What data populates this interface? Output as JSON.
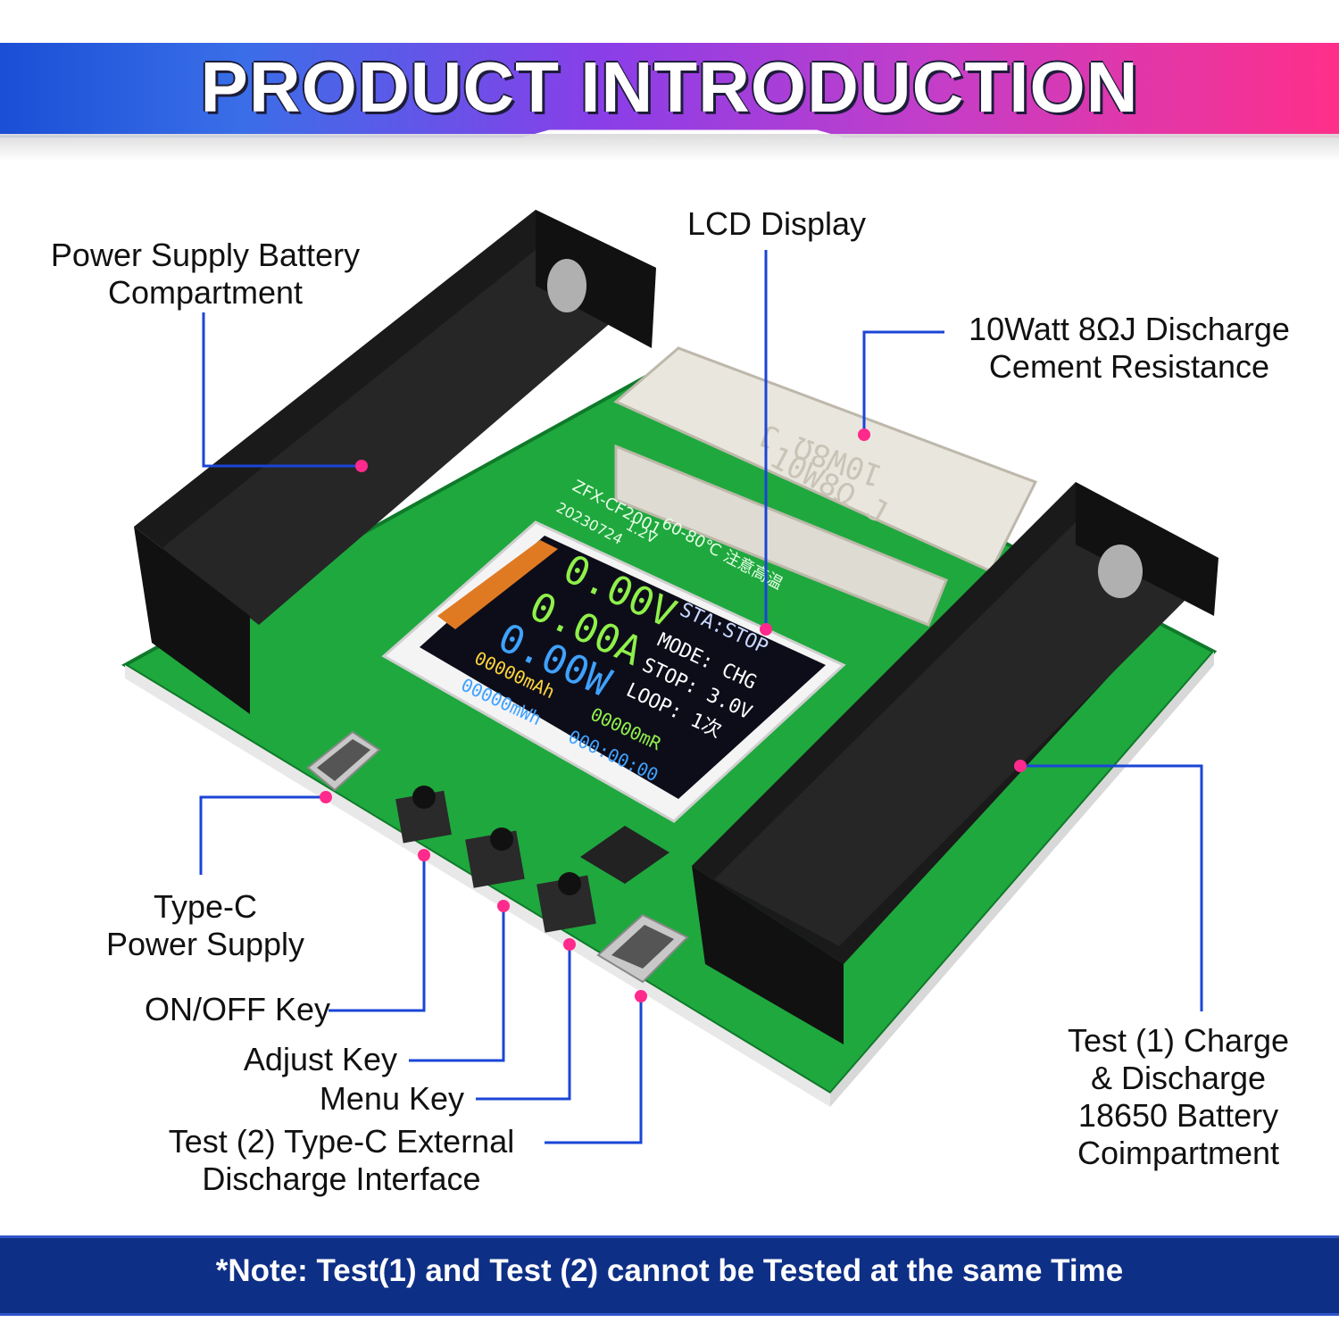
{
  "header": {
    "title": "PRODUCT INTRODUCTION"
  },
  "labels": {
    "power_supply_battery": [
      "Power Supply Battery",
      "Compartment"
    ],
    "lcd_display": "LCD Display",
    "resistance": [
      "10Watt 8ΩJ Discharge",
      "Cement Resistance"
    ],
    "type_c_power": [
      "Type-C",
      "Power Supply"
    ],
    "on_off_key": "ON/OFF Key",
    "adjust_key": "Adjust Key",
    "menu_key": "Menu Key",
    "test2_interface": [
      "Test (2) Type-C External",
      "Discharge Interface"
    ],
    "test1_compartment": [
      "Test (1) Charge",
      "& Discharge",
      "18650 Battery",
      "Coimpartment"
    ]
  },
  "lcd": {
    "voltage": "0.00V",
    "current": "0.00A",
    "power": "0.00W",
    "capacity_mah": "00000mAh",
    "energy_mwh": "00000mWh",
    "resistance": "00000mR",
    "time": "000:00:00",
    "status": "STA:STOP",
    "mode": "MODE: CHG",
    "stop": "STOP: 3.0V",
    "loop": "LOOP: 1次"
  },
  "board": {
    "model": "ZFX-CF2001",
    "date": "20230724",
    "version": "1.2V",
    "temp_warning": "60-80℃ 注意高温",
    "resistor_marking": "10W8Ω J"
  },
  "footer": {
    "note": "*Note: Test(1) and Test (2) cannot be Tested at the same Time"
  },
  "colors": {
    "accent_line": "#1a45d6",
    "dot": "#ff2a8c",
    "pcb": "#1fa83e",
    "footer_bg": "#0e2f86"
  }
}
